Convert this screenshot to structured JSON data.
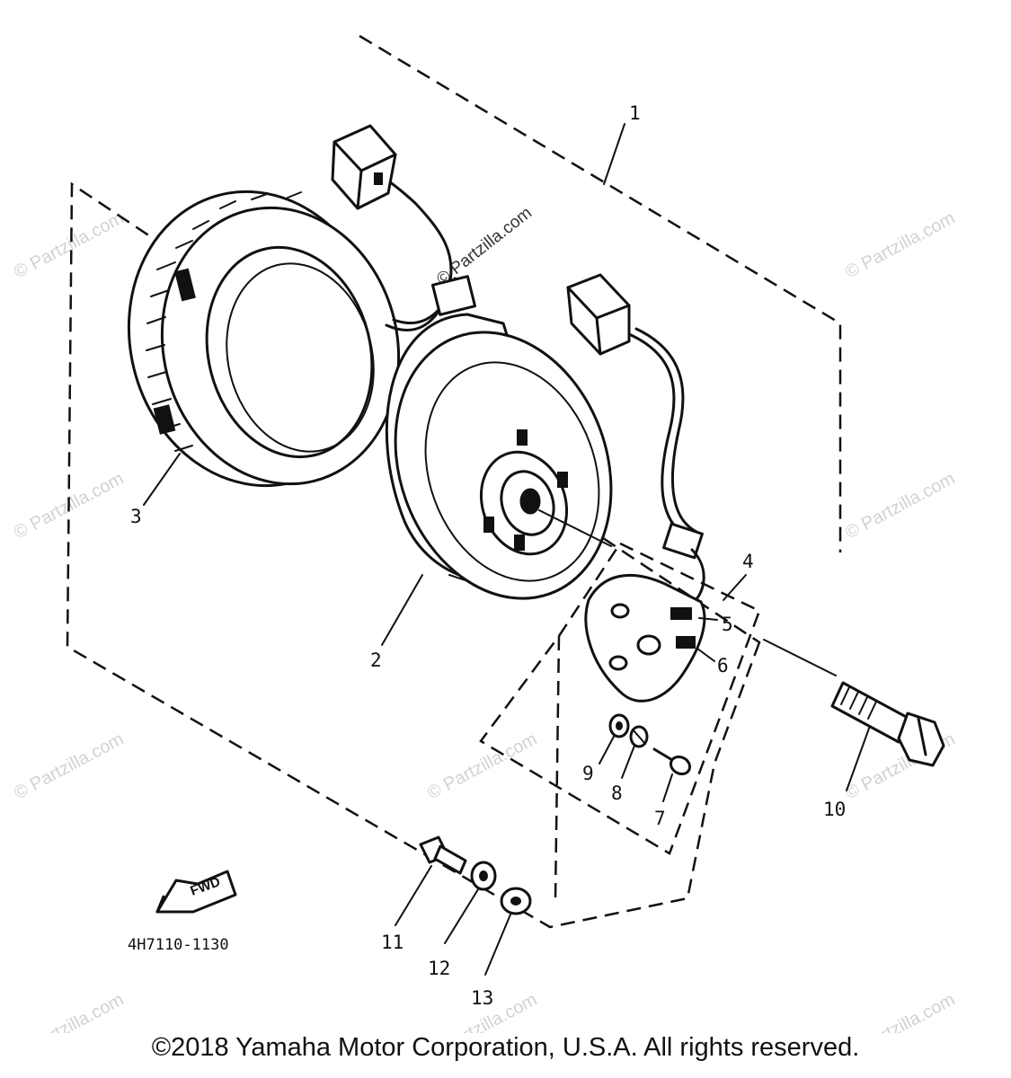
{
  "diagram": {
    "drawing_code": "4H7110-1130",
    "fwd_label": "FWD",
    "watermark": "© Partzilla.com",
    "callouts": [
      {
        "id": "1",
        "label": "1"
      },
      {
        "id": "2",
        "label": "2"
      },
      {
        "id": "3",
        "label": "3"
      },
      {
        "id": "4",
        "label": "4"
      },
      {
        "id": "5",
        "label": "5"
      },
      {
        "id": "6",
        "label": "6"
      },
      {
        "id": "7",
        "label": "7"
      },
      {
        "id": "8",
        "label": "8"
      },
      {
        "id": "9",
        "label": "9"
      },
      {
        "id": "10",
        "label": "10"
      },
      {
        "id": "11",
        "label": "11"
      },
      {
        "id": "12",
        "label": "12"
      },
      {
        "id": "13",
        "label": "13"
      }
    ]
  },
  "footer": {
    "copyright": "©2018 Yamaha Motor Corporation, U.S.A. All rights reserved."
  }
}
